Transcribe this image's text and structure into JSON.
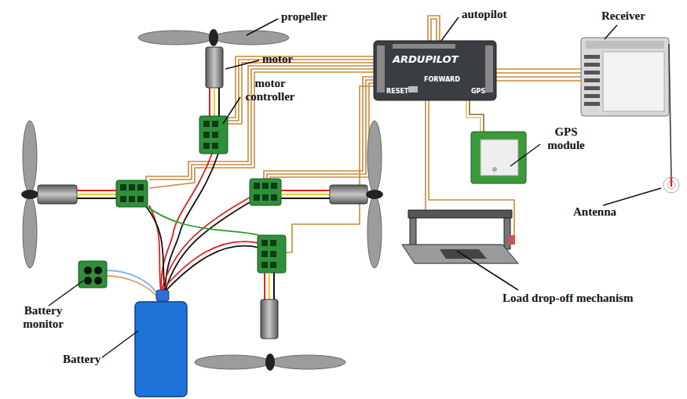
{
  "diagram": {
    "labels": [
      "propeller",
      "motor",
      "motor controller",
      "autopilot",
      "ARDUPILOT",
      "FORWARD",
      "RESET",
      "GPS",
      "Receiver",
      "GPS module",
      "Antenna",
      "Load drop-off mechanism",
      "Battery monitor",
      "Battery"
    ]
  }
}
